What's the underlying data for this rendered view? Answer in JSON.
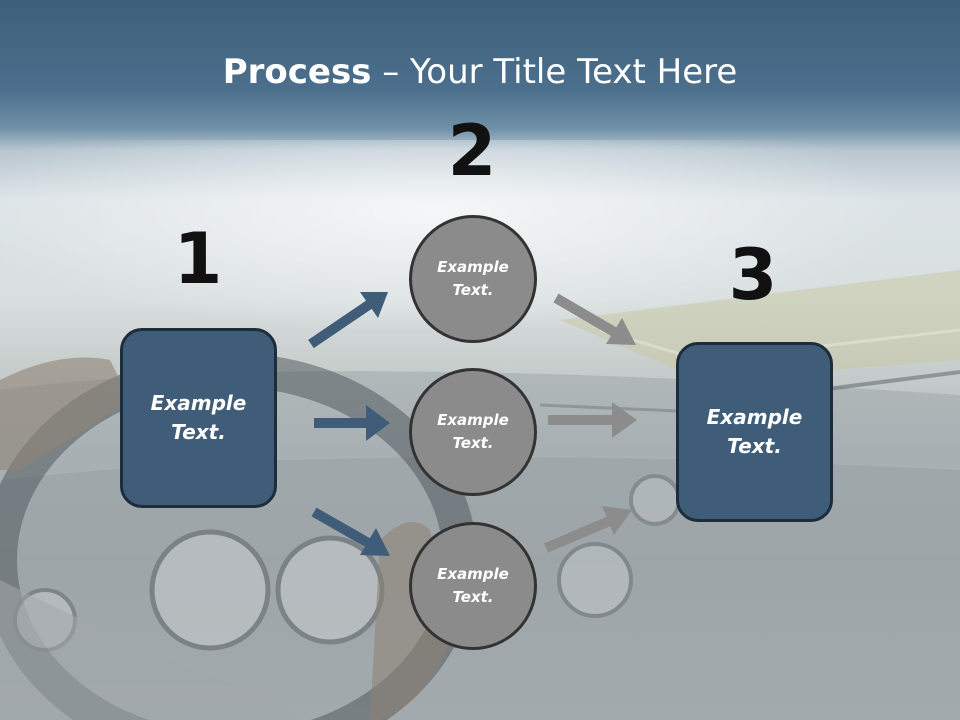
{
  "title": {
    "bold": "Process",
    "rest": " – Your Title Text Here"
  },
  "steps": [
    {
      "number": "1",
      "label_line1": "Example",
      "label_line2": "Text."
    },
    {
      "number": "2",
      "label_line1": "Example",
      "label_line2": "Text."
    },
    {
      "number": "3",
      "label_line1": "Example",
      "label_line2": "Text."
    }
  ],
  "circles": [
    {
      "label_line1": "Example",
      "label_line2": "Text."
    },
    {
      "label_line1": "Example",
      "label_line2": "Text."
    },
    {
      "label_line1": "Example",
      "label_line2": "Text."
    }
  ],
  "colors": {
    "box_fill": "#3f5d78",
    "circle_fill": "#8b8b8b",
    "arrow_blue": "#3f5d78",
    "arrow_gray": "#8c8c8c",
    "header_band": "#3d5f7c"
  }
}
